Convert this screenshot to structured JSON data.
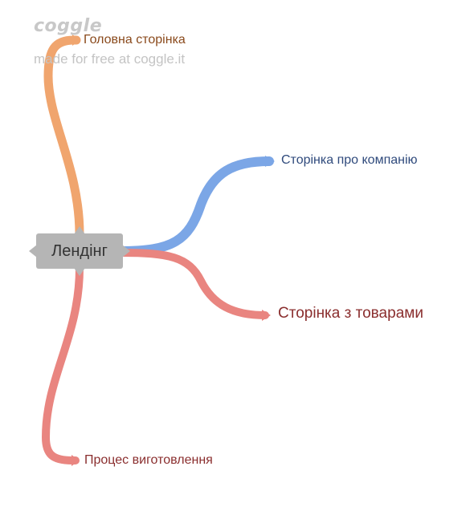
{
  "watermark": {
    "logo": "coggle",
    "text": "made for free at coggle.it"
  },
  "center": {
    "label": "Лендінг",
    "color": "#b5b5b5"
  },
  "branches": [
    {
      "id": "home",
      "label": "Головна сторінка",
      "color": "#f0a56e"
    },
    {
      "id": "about",
      "label": "Сторінка про компанію",
      "color": "#7ba6e6"
    },
    {
      "id": "products",
      "label": "Сторінка з товарами",
      "color": "#e98580"
    },
    {
      "id": "process",
      "label": "Процес виготовлення",
      "color": "#e98580"
    }
  ]
}
